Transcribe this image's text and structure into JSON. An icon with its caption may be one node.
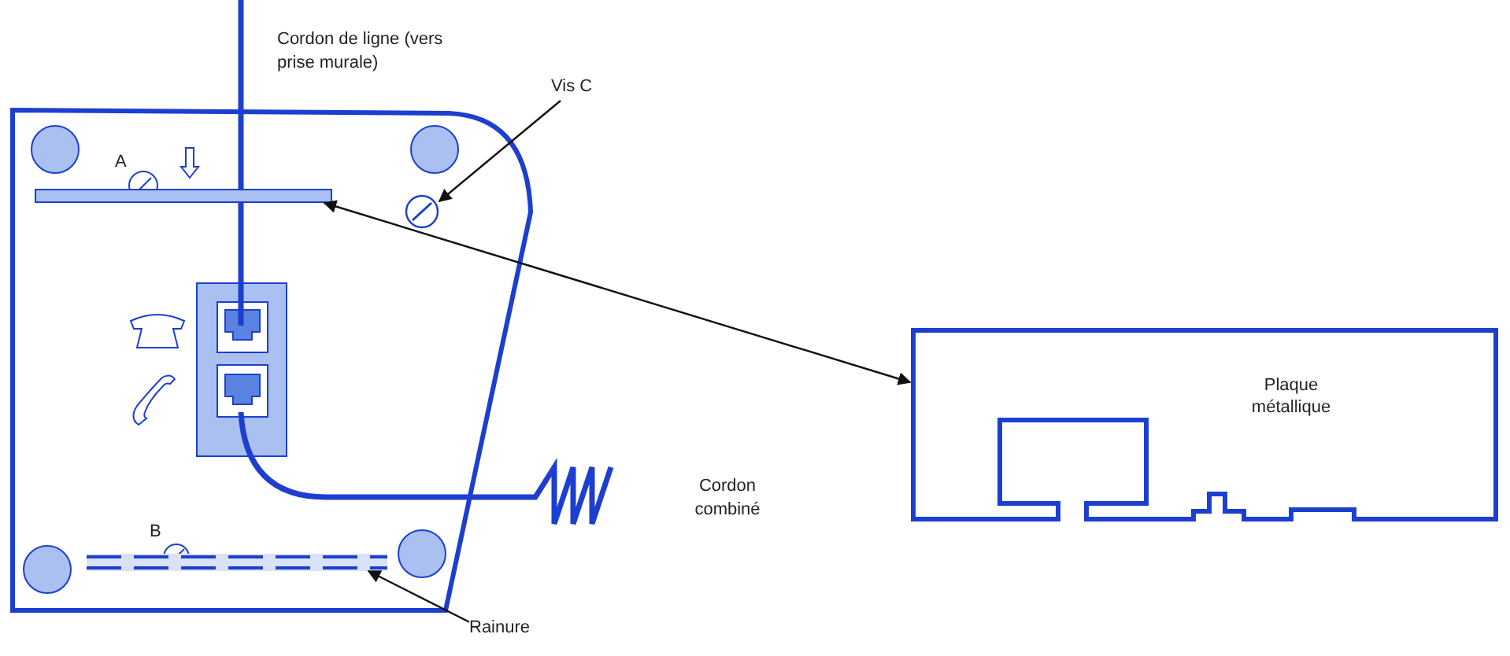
{
  "diagram": {
    "nodes": [
      {
        "text": [
          "Vis C"
        ]
      },
      {
        "text": [],
        "shape": "circle"
      },
      {
        "text": [],
        "shape": "bar"
      },
      {
        "text": [
          "Plaque métallique"
        ]
      },
      {
        "text": [
          "Rainure"
        ]
      },
      {
        "text": [],
        "shape": "bar"
      }
    ],
    "edges": [
      {
        "from": 0,
        "to": 1,
        "arrow": "to"
      },
      {
        "from": 2,
        "to": 3,
        "arrow": "both"
      },
      {
        "from": 4,
        "to": 5,
        "arrow": "to"
      }
    ],
    "labels": [
      "Cordon de ligne (vers prise murale)",
      "A",
      "B",
      "Cordon combiné"
    ]
  }
}
